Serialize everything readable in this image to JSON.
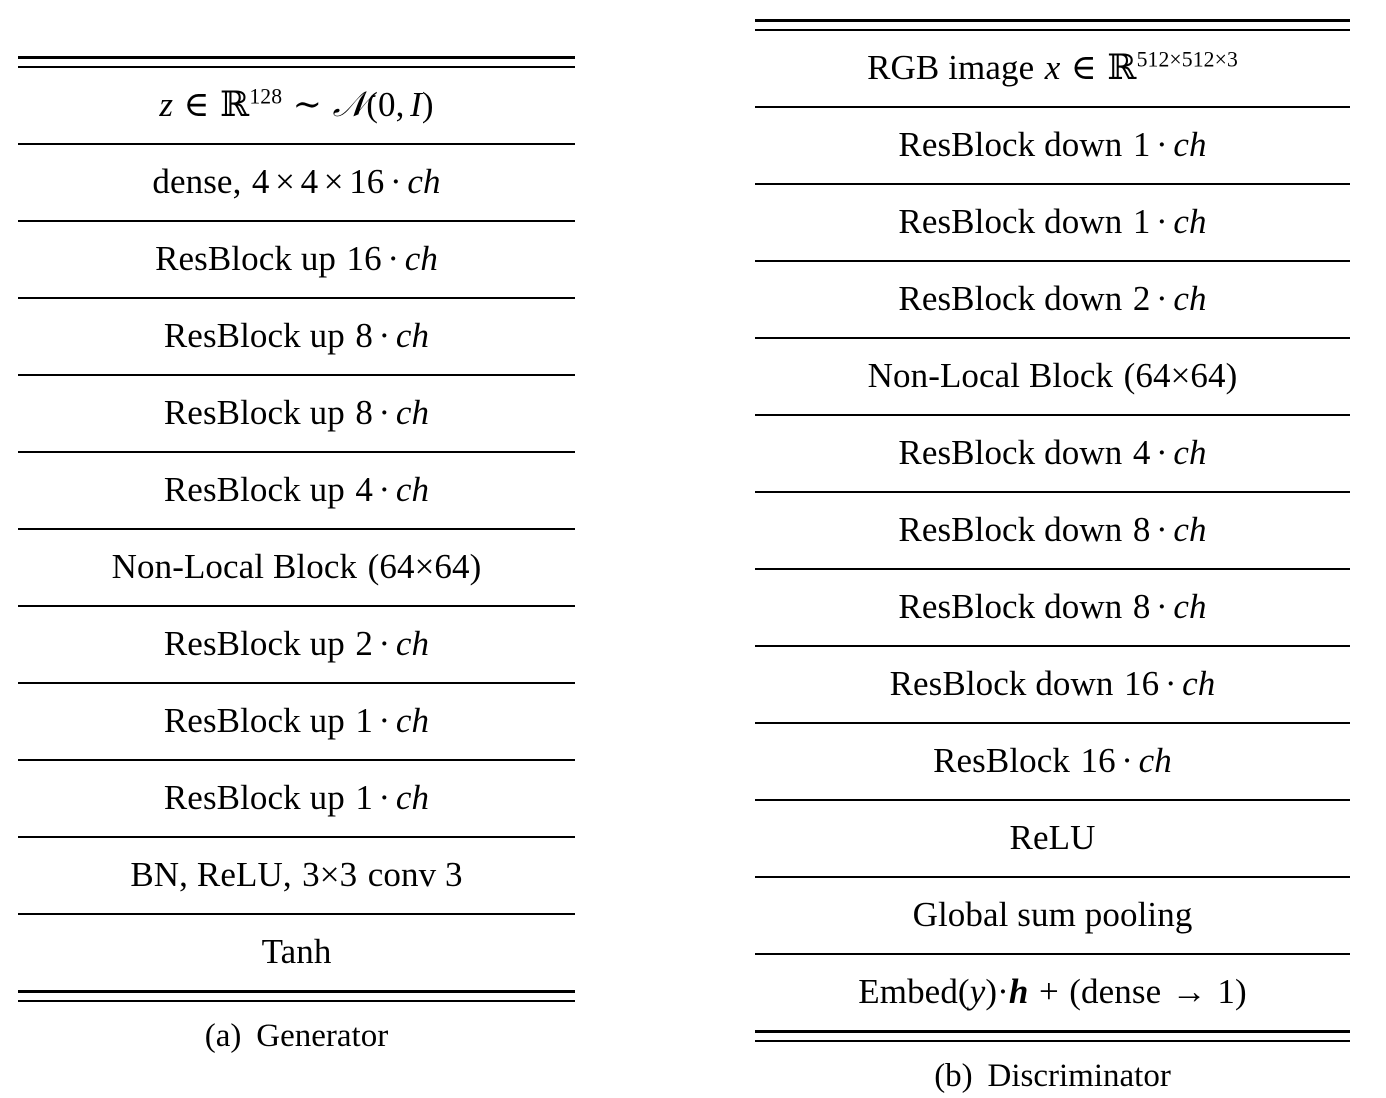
{
  "figures": [
    {
      "id": "generator",
      "caption_label": "(a)",
      "caption_text": "Generator",
      "rows": [
        {
          "plain": "z ∈ ℝ^128 ~ 𝒩(0, I)",
          "kind": "header"
        },
        {
          "plain": "dense, 4 × 4 × 16 · ch",
          "kind": "layer"
        },
        {
          "plain": "ResBlock up 16 · ch",
          "kind": "layer"
        },
        {
          "plain": "ResBlock up 8 · ch",
          "kind": "layer"
        },
        {
          "plain": "ResBlock up 8 · ch",
          "kind": "layer"
        },
        {
          "plain": "ResBlock up 4 · ch",
          "kind": "layer"
        },
        {
          "plain": "Non-Local Block (64×64)",
          "kind": "layer"
        },
        {
          "plain": "ResBlock up 2 · ch",
          "kind": "layer"
        },
        {
          "plain": "ResBlock up 1 · ch",
          "kind": "layer"
        },
        {
          "plain": "ResBlock up 1 · ch",
          "kind": "layer"
        },
        {
          "plain": "BN, ReLU, 3×3 conv 3",
          "kind": "layer"
        },
        {
          "plain": "Tanh",
          "kind": "layer"
        }
      ]
    },
    {
      "id": "discriminator",
      "caption_label": "(b)",
      "caption_text": "Discriminator",
      "rows": [
        {
          "plain": "RGB image x ∈ ℝ^512×512×3",
          "kind": "header"
        },
        {
          "plain": "ResBlock down 1 · ch",
          "kind": "layer"
        },
        {
          "plain": "ResBlock down 1 · ch",
          "kind": "layer"
        },
        {
          "plain": "ResBlock down 2 · ch",
          "kind": "layer"
        },
        {
          "plain": "Non-Local Block (64×64)",
          "kind": "layer"
        },
        {
          "plain": "ResBlock down 4 · ch",
          "kind": "layer"
        },
        {
          "plain": "ResBlock down 8 · ch",
          "kind": "layer"
        },
        {
          "plain": "ResBlock down 8 · ch",
          "kind": "layer"
        },
        {
          "plain": "ResBlock down 16 · ch",
          "kind": "layer"
        },
        {
          "plain": "ResBlock 16 · ch",
          "kind": "layer"
        },
        {
          "plain": "ReLU",
          "kind": "layer"
        },
        {
          "plain": "Global sum pooling",
          "kind": "layer"
        },
        {
          "plain": "Embed(y)·h + (dense → 1)",
          "kind": "layer"
        }
      ]
    }
  ],
  "colors": {
    "ink": "#000000",
    "page": "#ffffff"
  }
}
